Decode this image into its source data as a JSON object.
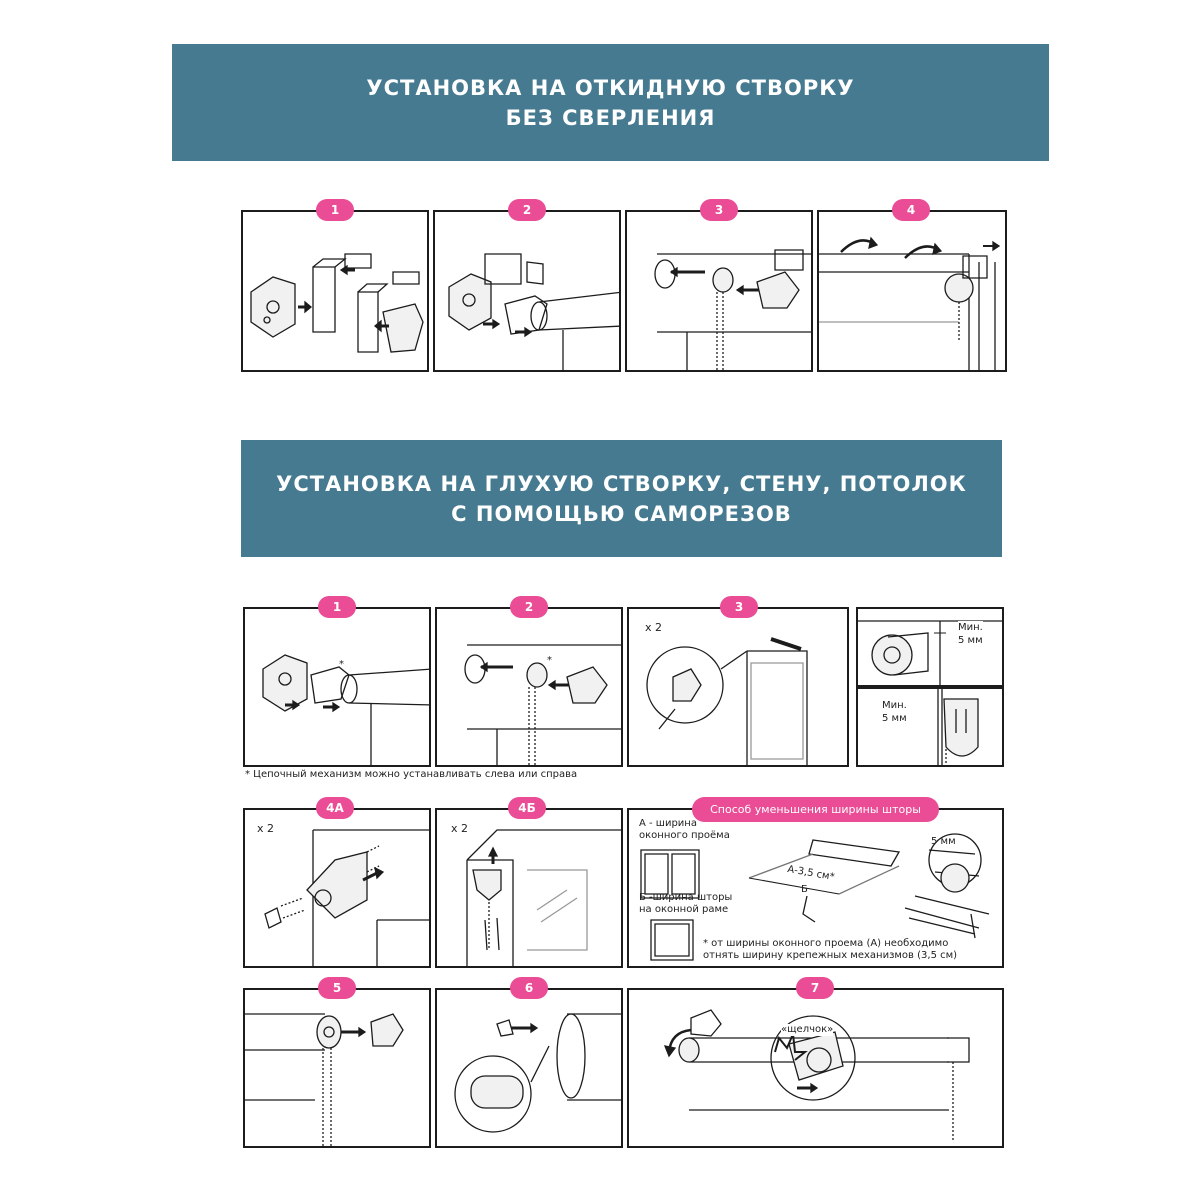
{
  "section1": {
    "title_line1": "УСТАНОВКА НА ОТКИДНУЮ СТВОРКУ",
    "title_line2": "БЕЗ СВЕРЛЕНИЯ",
    "steps": [
      "1",
      "2",
      "3",
      "4"
    ]
  },
  "section2": {
    "title_line1": "УСТАНОВКА НА ГЛУХУЮ СТВОРКУ, СТЕНУ, ПОТОЛОК",
    "title_line2": "С ПОМОЩЬЮ САМОРЕЗОВ",
    "steps": [
      "1",
      "2",
      "3",
      "4А",
      "4Б",
      "5",
      "6",
      "7"
    ],
    "multiplier": "x 2",
    "asterisk": "*",
    "min_label": "Мин.",
    "min_value": "5 мм",
    "chain_footnote": "* Цепочный механизм можно устанавливать слева или справа",
    "width_method": {
      "title": "Способ уменьшения ширины шторы",
      "a_line1": "А - ширина",
      "a_line2": "оконного проёма",
      "b_line1": "Б -ширина  шторы",
      "b_line2": "на оконной раме",
      "formula": "А-3,5 см*",
      "b_letter": "Б",
      "gap": "5 мм",
      "note_line1": "* от ширины оконного проема (А) необходимо",
      "note_line2": "отнять ширину крепежных механизмов (3,5 см)"
    },
    "click_label": "«щелчок»"
  },
  "colors": {
    "banner": "#457a90",
    "badge": "#ea4c95",
    "line": "#1c1c1c"
  }
}
